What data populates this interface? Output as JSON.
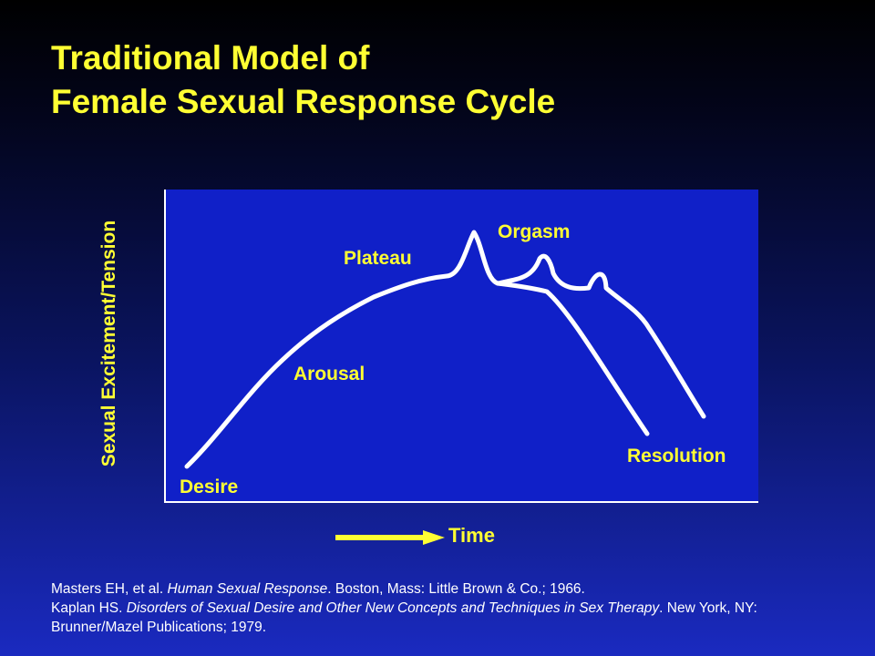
{
  "title": {
    "line1": "Traditional Model of",
    "line2": "Female Sexual Response Cycle"
  },
  "diagram": {
    "y_axis_label": "Sexual Excitement/Tension",
    "x_axis_label": "Time",
    "phases": {
      "desire": "Desire",
      "arousal": "Arousal",
      "plateau": "Plateau",
      "orgasm": "Orgasm",
      "resolution": "Resolution"
    },
    "colors": {
      "background": "#0a1460",
      "plot_area": "#1020c8",
      "text_accent": "#ffff33",
      "curve": "#ffffff"
    }
  },
  "references": {
    "ref1_authors": "Masters EH, et al.",
    "ref1_title": "Human Sexual Response",
    "ref1_rest": ". Boston, Mass: Little Brown & Co.; 1966.",
    "ref2_authors": "Kaplan HS.",
    "ref2_title": "Disorders of Sexual Desire and Other New Concepts and Techniques in Sex Therapy",
    "ref2_rest": ". New York, NY: Brunner/Mazel Publications; 1979."
  }
}
